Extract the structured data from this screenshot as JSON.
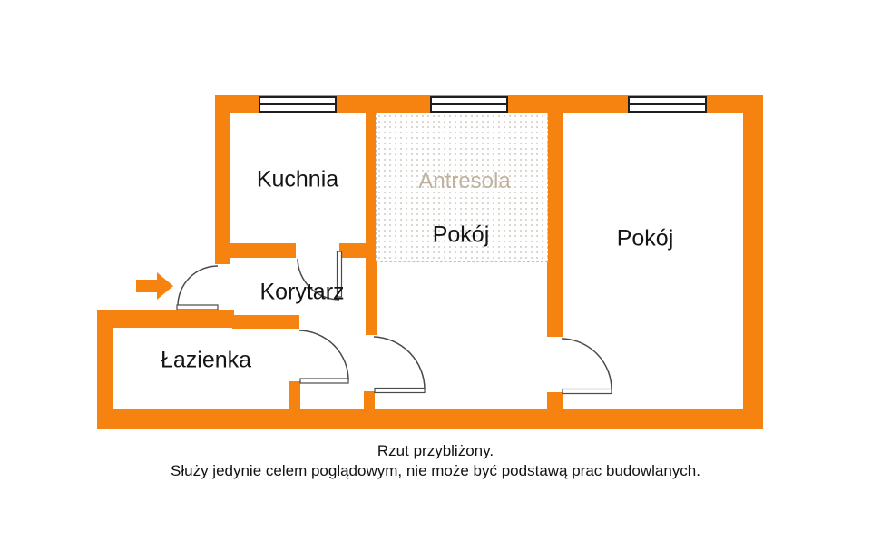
{
  "plan": {
    "type": "apartment-floor-plan",
    "rooms": [
      {
        "id": "kuchnia",
        "label": "Kuchnia"
      },
      {
        "id": "antresola",
        "label": "Antresola"
      },
      {
        "id": "pokoj-middle",
        "label": "Pokój"
      },
      {
        "id": "pokoj-right",
        "label": "Pokój"
      },
      {
        "id": "korytarz",
        "label": "Korytarz"
      },
      {
        "id": "lazienka",
        "label": "Łazienka"
      }
    ],
    "caption": {
      "line1": "Rzut przybliżony.",
      "line2": "Służy jedynie celem poglądowym, nie może być podstawą prac budowlanych."
    },
    "features": {
      "windows_count": 3,
      "doors_count": 5,
      "entrance_marker": "orange-right-arrow"
    },
    "colors": {
      "wall": "#F6820F",
      "arrow": "#F6820F",
      "label_text": "#141414",
      "antresola_text": "#BFB29F",
      "door_line": "#4a4a4a",
      "window_border": "#1f1f1f",
      "antresola_dots": "#d9d4ca",
      "background": "#ffffff"
    }
  }
}
